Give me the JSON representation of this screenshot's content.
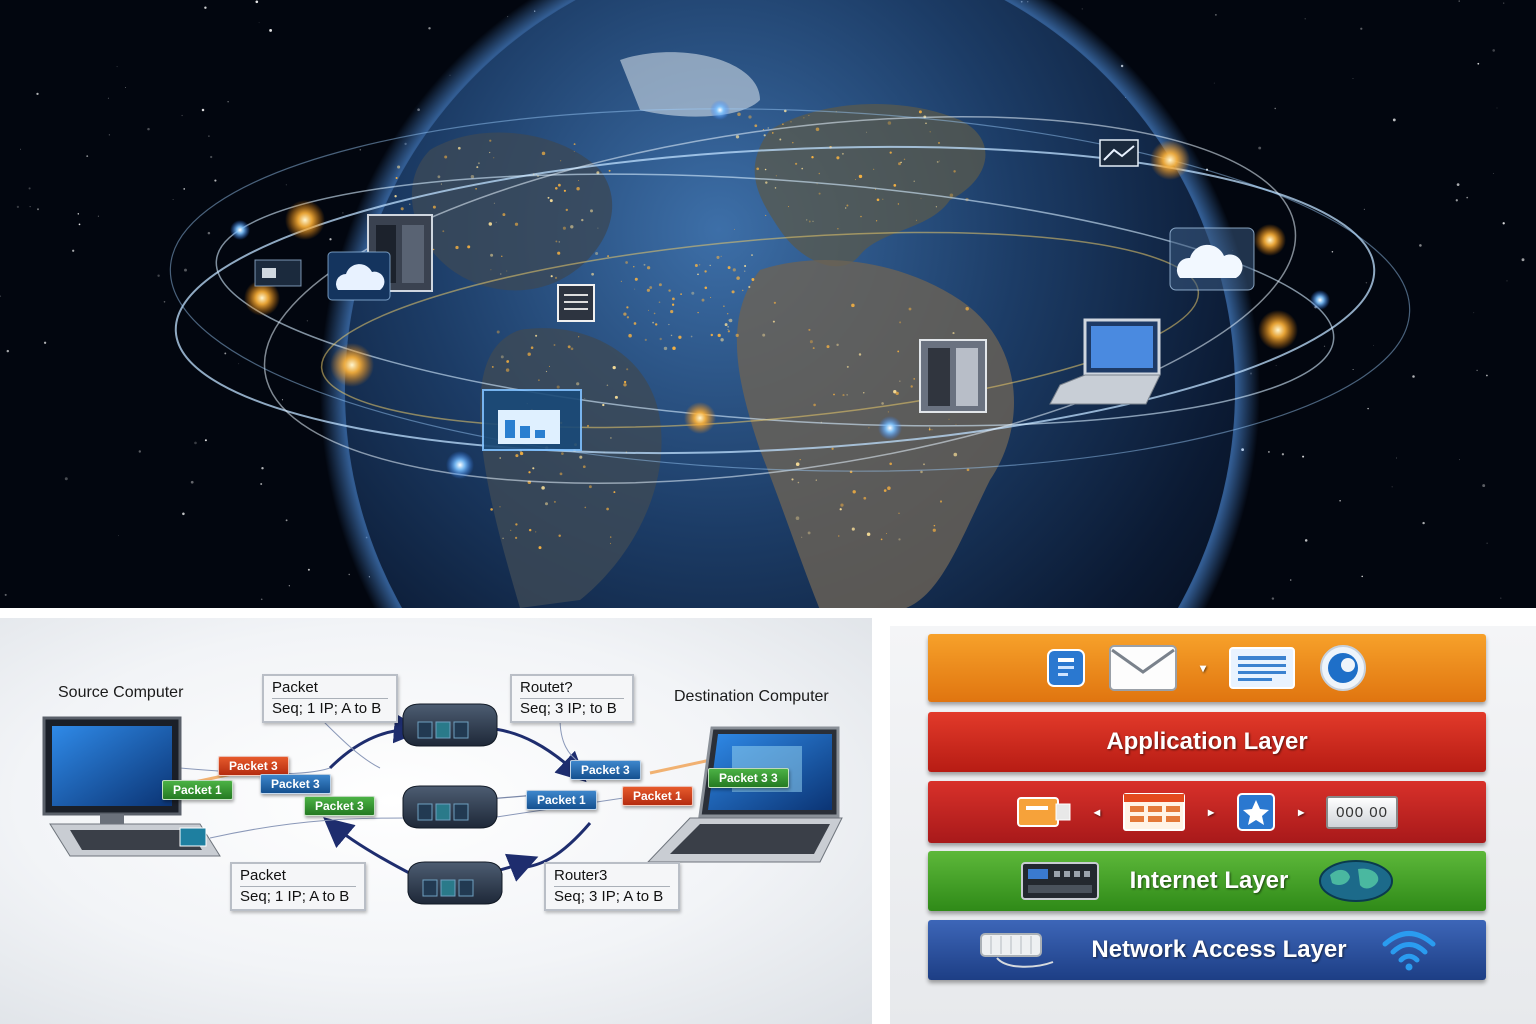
{
  "globe": {
    "nodes": [
      "server-icon",
      "cloud-icon",
      "laptop-icon",
      "document-icon",
      "dashboard-icon",
      "chart-card-icon",
      "storage-icon"
    ]
  },
  "routing": {
    "source_label": "Source Computer",
    "destination_label": "Destination Computer",
    "box_top_left": {
      "line1": "Packet",
      "line2": "Seq; 1   IP; A to B"
    },
    "box_top_right": {
      "line1": "Routet?",
      "line2": "Seq; 3   IP; to B"
    },
    "box_bottom_left": {
      "line1": "Packet",
      "line2": "Seq; 1   IP; A to B"
    },
    "box_bottom_right": {
      "line1": "Router3",
      "line2": "Seq; 3   IP; A to B"
    },
    "chips": {
      "src_red": "Packet 3",
      "src_green": "Packet 1",
      "mid_blue": "Packet 3",
      "mid_green": "Packet 3",
      "right_blue_top": "Packet 3",
      "right_blue_mid": "Packet 1",
      "right_red": "Packet 1",
      "dest_green": "Packet 3 3"
    }
  },
  "layers": {
    "application": "Application Layer",
    "internet": "Internet Layer",
    "network_access": "Network Access Layer",
    "counter_display": "000 00",
    "colors": {
      "top": "#e88a1c",
      "application": "#c9261c",
      "transport": "#be2320",
      "internet": "#43a12a",
      "network": "#2a4f9e"
    }
  }
}
